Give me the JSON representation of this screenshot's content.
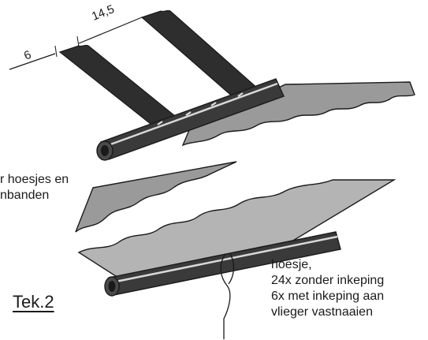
{
  "dimensions": {
    "gap": "14,5",
    "strap": "6"
  },
  "top_note": {
    "line1": "r hoesjes en",
    "line2": "nbanden"
  },
  "bottom_note": {
    "line1": "hoesje,",
    "line2": "24x zonder inkeping",
    "line3": "6x met inkeping aan",
    "line4": "vlieger vastnaaien"
  },
  "figure_label": "Tek.2",
  "colors": {
    "ink": "#1a1a1a",
    "fabric": "#9a9a9a",
    "tube": "#3a3a3a",
    "strap": "#2e2e2e",
    "paper": "#ffffff"
  }
}
